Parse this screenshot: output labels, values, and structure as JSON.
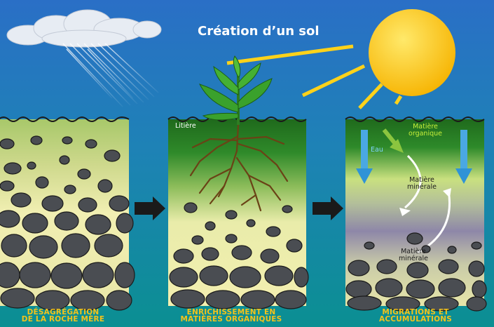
{
  "title": "Création d’un sol",
  "panels": [
    {
      "caption_line1": "Désagrégation",
      "caption_line2": "de la roche mère"
    },
    {
      "caption_line1": "Enrichissement en",
      "caption_line2": "matières organiques",
      "litter_label": "Litière"
    },
    {
      "caption_line1": "Migrations et",
      "caption_line2": "accumulations",
      "organic_matter_line1": "Matière",
      "organic_matter_line2": "organique",
      "water_label": "Eau",
      "mineral_matter_upper_line1": "Matière",
      "mineral_matter_upper_line2": "minérale",
      "mineral_matter_lower_line1": "Matière",
      "mineral_matter_lower_line2": "minérale"
    }
  ],
  "colors": {
    "sky_top": "#2a6fc6",
    "sky_bottom": "#0b8a9a",
    "sun": "#ffd21a",
    "caption": "#f2c21b",
    "arrow": "#1a1a1a",
    "water_arrow": "#3aa3e0",
    "organic_arrow": "#8bc53f"
  },
  "icons": [
    "cloud-icon",
    "rain-icon",
    "sun-icon",
    "plant-icon",
    "roots-icon",
    "arrow-right-icon",
    "water-arrow-icon",
    "cycle-arrow-icon"
  ]
}
